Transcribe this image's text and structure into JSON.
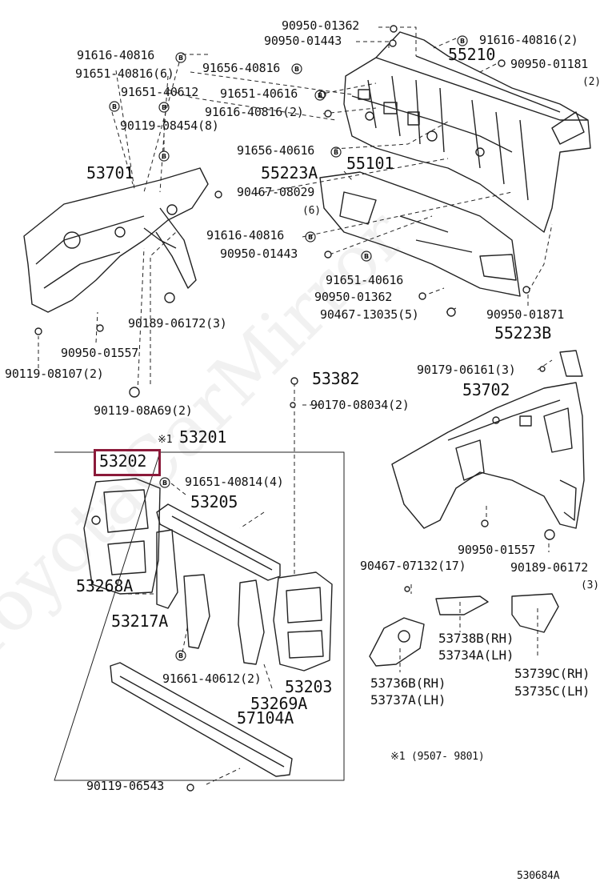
{
  "diagram": {
    "watermark": "ToyotaCarMirror",
    "figure_code": "530684A",
    "highlight_color": "#8b1a3a",
    "note": "※1 (9507- 9801)",
    "group_marker": "※1",
    "labels": {
      "p90950_01362_a": "90950-01362",
      "p90950_01443_a": "90950-01443",
      "p91616_40816_2a": "91616-40816(2)",
      "p55210": "55210",
      "p90950_01181": "90950-01181",
      "p90950_01181_qty": "(2)",
      "p91616_40816_a": "91616-40816",
      "p91656_40816_a": "91656-40816",
      "p91651_40816_6": "91651-40816(6)",
      "p91651_40612": "91651-40612",
      "p91651_40616_a": "91651-40616",
      "p91616_40816_2b": "91616-40816(2)",
      "p90119_08454_8": "90119-08454(8)",
      "p91656_40616": "91656-40616",
      "p55101": "55101",
      "p53701": "53701",
      "p55223A": "55223A",
      "p90467_08029": "90467-08029",
      "p90467_08029_qty": "(6)",
      "p91616_40816_b": "91616-40816",
      "p90950_01443_b": "90950-01443",
      "p91651_40616_b": "91651-40616",
      "p90950_01362_b": "90950-01362",
      "p90467_13035_5": "90467-13035(5)",
      "p90950_01871": "90950-01871",
      "p90189_06172_3": "90189-06172(3)",
      "p55223B": "55223B",
      "p90950_01557_a": "90950-01557",
      "p90119_08107_2": "90119-08107(2)",
      "p90179_06161_3": "90179-06161(3)",
      "p53382": "53382",
      "p53702": "53702",
      "p90170_08034_2": "90170-08034(2)",
      "p90119_08A69_2": "90119-08A69(2)",
      "p53201": "53201",
      "p53202": "53202",
      "p91651_40814_4": "91651-40814(4)",
      "p53205": "53205",
      "p90950_01557_b": "90950-01557",
      "p90189_06172": "90189-06172",
      "p90189_06172_qty": "(3)",
      "p90467_07132_17": "90467-07132(17)",
      "p53268A": "53268A",
      "p53217A": "53217A",
      "p53738B": "53738B(RH)",
      "p53734A": "53734A(LH)",
      "p53739C": "53739C(RH)",
      "p53735C": "53735C(LH)",
      "p91661_40612_2": "91661-40612(2)",
      "p53203": "53203",
      "p53736B": "53736B(RH)",
      "p53737A": "53737A(LH)",
      "p53269A": "53269A",
      "p57104A": "57104A",
      "p90119_06543": "90119-06543"
    }
  }
}
